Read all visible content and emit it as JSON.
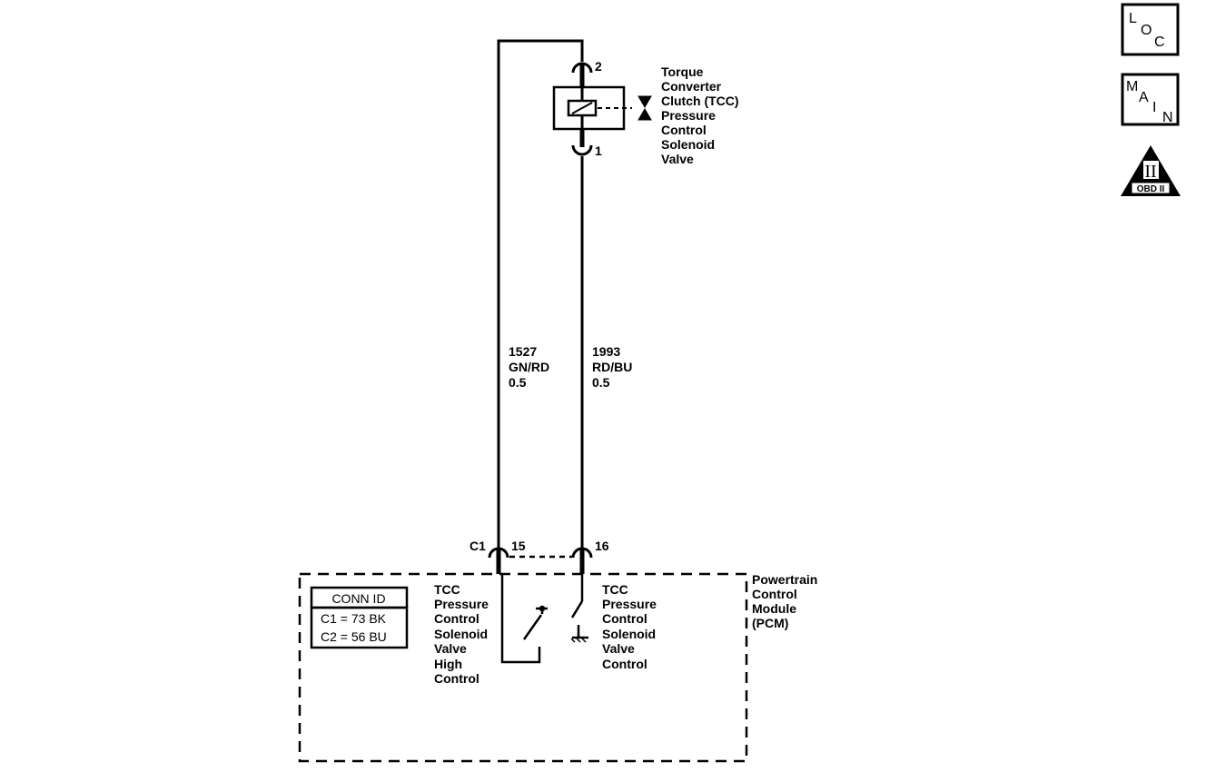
{
  "solenoid": {
    "name_lines": [
      "Torque",
      "Converter",
      "Clutch (TCC)",
      "Pressure",
      "Control",
      "Solenoid",
      "Valve"
    ],
    "pin_top": "2",
    "pin_bottom": "1"
  },
  "wires": {
    "left": {
      "circuit": "1527",
      "color": "GN/RD",
      "gauge": "0.5"
    },
    "right": {
      "circuit": "1993",
      "color": "RD/BU",
      "gauge": "0.5"
    }
  },
  "pcm": {
    "connector": "C1",
    "pin_left": "15",
    "pin_right": "16",
    "name_lines": [
      "Powertrain",
      "Control",
      "Module",
      "(PCM)"
    ],
    "high_control_lines": [
      "TCC",
      "Pressure",
      "Control",
      "Solenoid",
      "Valve",
      "High",
      "Control"
    ],
    "control_lines": [
      "TCC",
      "Pressure",
      "Control",
      "Solenoid",
      "Valve",
      "Control"
    ]
  },
  "conn_id": {
    "title": "CONN ID",
    "rows": [
      "C1 = 73 BK",
      "C2 = 56 BU"
    ]
  },
  "nav": {
    "loc": [
      "L",
      "O",
      "C"
    ],
    "main": [
      "M",
      "A",
      "I",
      "N"
    ],
    "obd_roman": "II",
    "obd_label": "OBD II"
  }
}
